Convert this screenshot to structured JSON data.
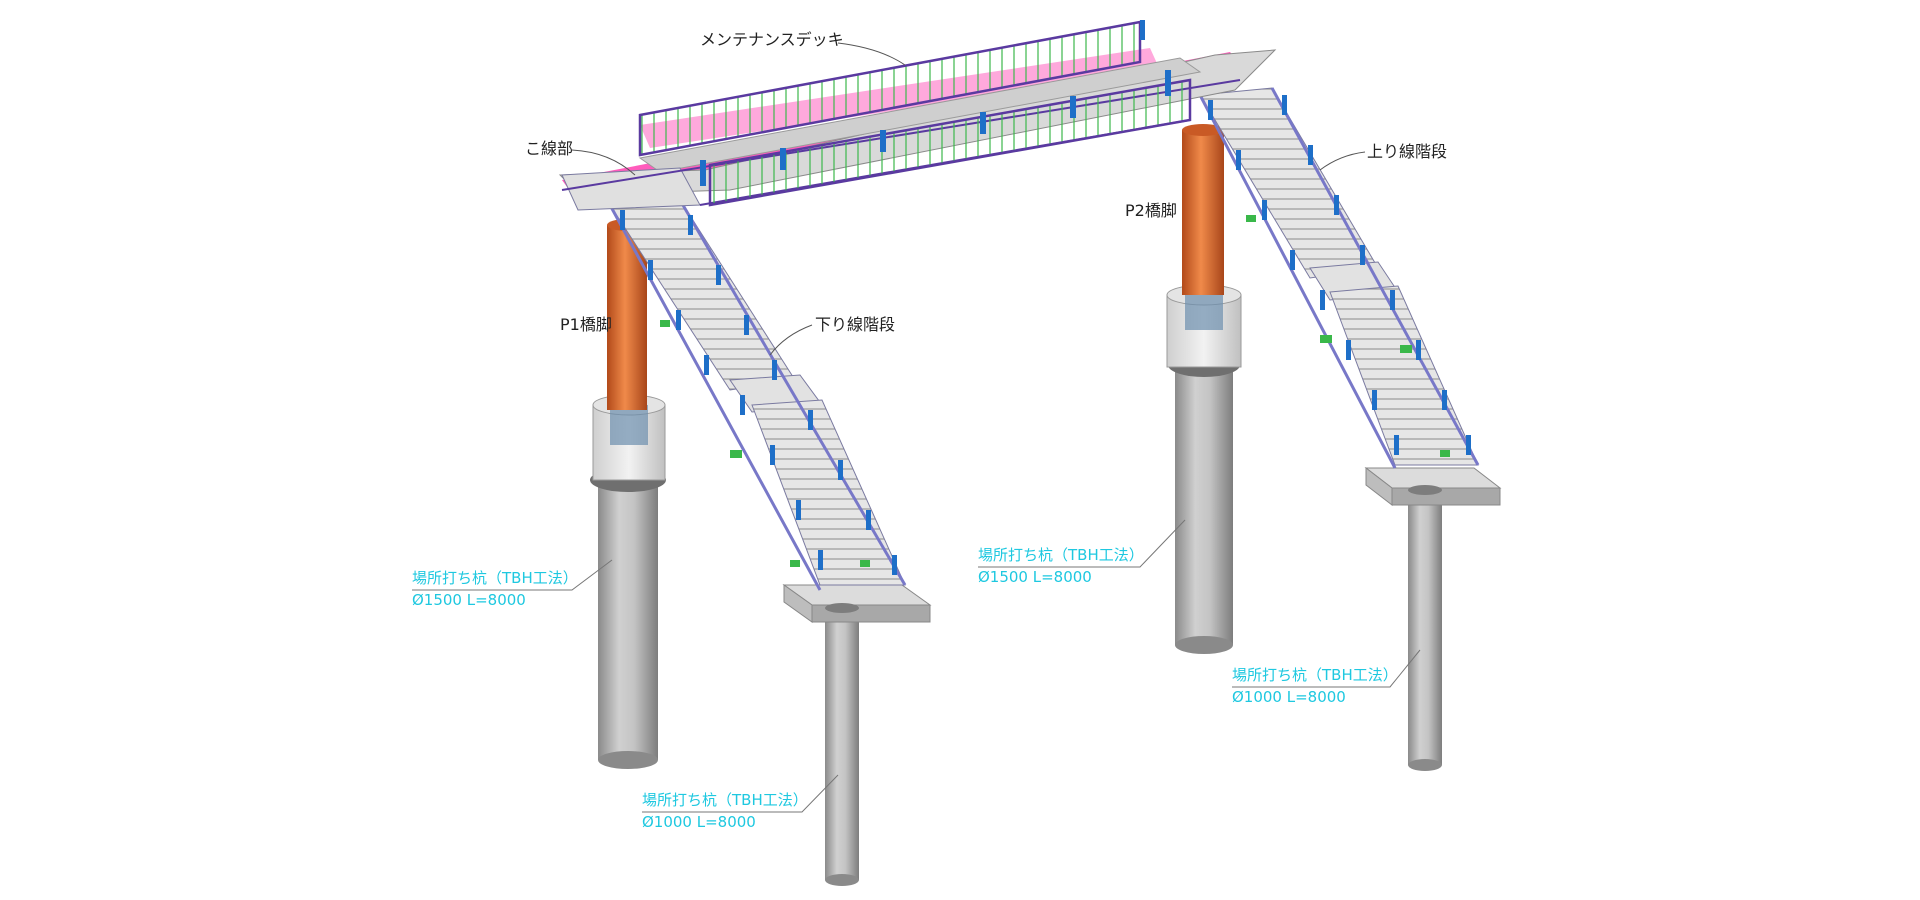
{
  "diagram": {
    "labels": {
      "maintenance_deck": "メンテナンスデッキ",
      "corner_section": "こ線部",
      "up_stairs": "上り線階段",
      "down_stairs": "下り線階段",
      "p1_pier": "P1橋脚",
      "p2_pier": "P2橋脚"
    },
    "piles": [
      {
        "name": "場所打ち杭（TBH工法）",
        "spec": "Ø1500 L=8000"
      },
      {
        "name": "場所打ち杭（TBH工法）",
        "spec": "Ø1500 L=8000"
      },
      {
        "name": "場所打ち杭（TBH工法）",
        "spec": "Ø1000 L=8000"
      },
      {
        "name": "場所打ち杭（TBH工法）",
        "spec": "Ø1000 L=8000"
      }
    ],
    "colors": {
      "pier": "#e8733a",
      "pile": "#b8b8b8",
      "stair": "#d8d8d8",
      "frame_pink": "#ff3fb0",
      "rail_purple": "#5a3aa0",
      "rail_green": "#3ab84a",
      "post_blue": "#1e6fc8",
      "annotation_cyan": "#1ec8e0"
    }
  }
}
